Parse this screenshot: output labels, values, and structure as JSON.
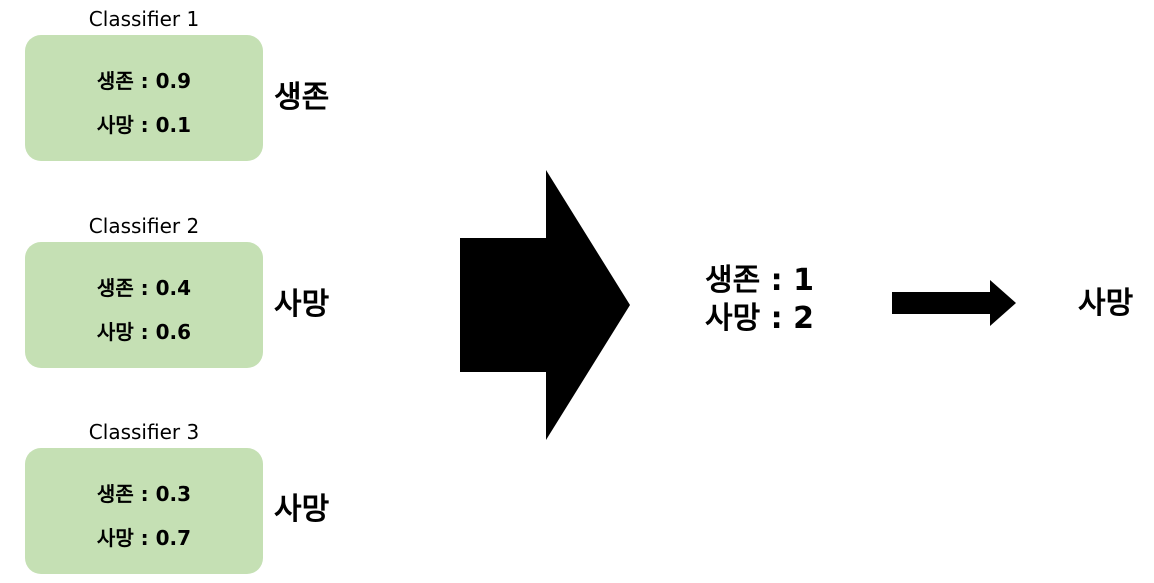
{
  "classifiers": [
    {
      "title": "Classifier 1",
      "survive": "생존 : 0.9",
      "death": "사망 : 0.1",
      "vote": "생존"
    },
    {
      "title": "Classifier 2",
      "survive": "생존 : 0.4",
      "death": "사망 : 0.6",
      "vote": "사망"
    },
    {
      "title": "Classifier 3",
      "survive": "생존 : 0.3",
      "death": "사망 : 0.7",
      "vote": "사망"
    }
  ],
  "tally": {
    "survive": "생존 : 1",
    "death": "사망 : 2"
  },
  "result": "사망",
  "colors": {
    "box_fill": "#c5e0b4",
    "arrow": "#000000"
  },
  "icons": {
    "big_arrow": "right-arrow-icon",
    "small_arrow": "right-arrow-icon"
  }
}
